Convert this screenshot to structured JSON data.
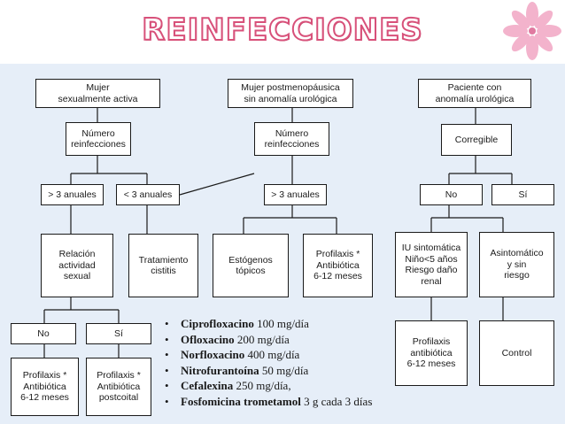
{
  "title": "REINFECCIONES",
  "diagram": {
    "col1": {
      "root": "Mujer\nsexualmente activa",
      "count": "Número\nreinfecciones",
      "gt3": "> 3 anuales",
      "lt3": "< 3 anuales",
      "relation": "Relación\nactividad\nsexual",
      "treatment": "Tratamiento\ncistitis",
      "no": "No",
      "yes": "Sí",
      "prophylaxis_long": "Profilaxis *\nAntibiótica\n6-12 meses",
      "prophylaxis_postcoital": "Profilaxis *\nAntibiótica\npostcoital"
    },
    "col2": {
      "root": "Mujer postmenopáusica\nsin anomalía urológica",
      "count": "Número\nreinfecciones",
      "gt3": "> 3 anuales",
      "estrogens": "Estógenos\ntópicos",
      "prophylaxis": "Profilaxis *\nAntibiótica\n6-12 meses"
    },
    "col3": {
      "root": "Paciente con\nanomalía urológica",
      "correctable": "Corregible",
      "no": "No",
      "yes": "Sí",
      "symptomatic": "IU sintomática\nNiño<5 años\nRiesgo daño\nrenal",
      "asymptomatic": "Asintomático\ny sin\nriesgo",
      "prophylaxis": "Profilaxis\nantibiótica\n6-12 meses",
      "control": "Control"
    }
  },
  "drugs": [
    {
      "name": "Ciprofloxacino",
      "dose": " 100 mg/día"
    },
    {
      "name": "Ofloxacino",
      "dose": " 200 mg/día"
    },
    {
      "name": "Norfloxacino",
      "dose": " 400 mg/día"
    },
    {
      "name": "Nitrofurantoína",
      "dose": " 50 mg/día"
    },
    {
      "name": "Cefalexina",
      "dose": " 250 mg/día,"
    },
    {
      "name": "Fosfomicina trometamol",
      "dose": " 3 g cada 3 días"
    }
  ],
  "colors": {
    "title": "#d8517a",
    "panel": "#e6eef8",
    "box_border": "#1a1a1a",
    "flower": "#f2a6c4"
  },
  "icons": [
    "flower-icon"
  ]
}
